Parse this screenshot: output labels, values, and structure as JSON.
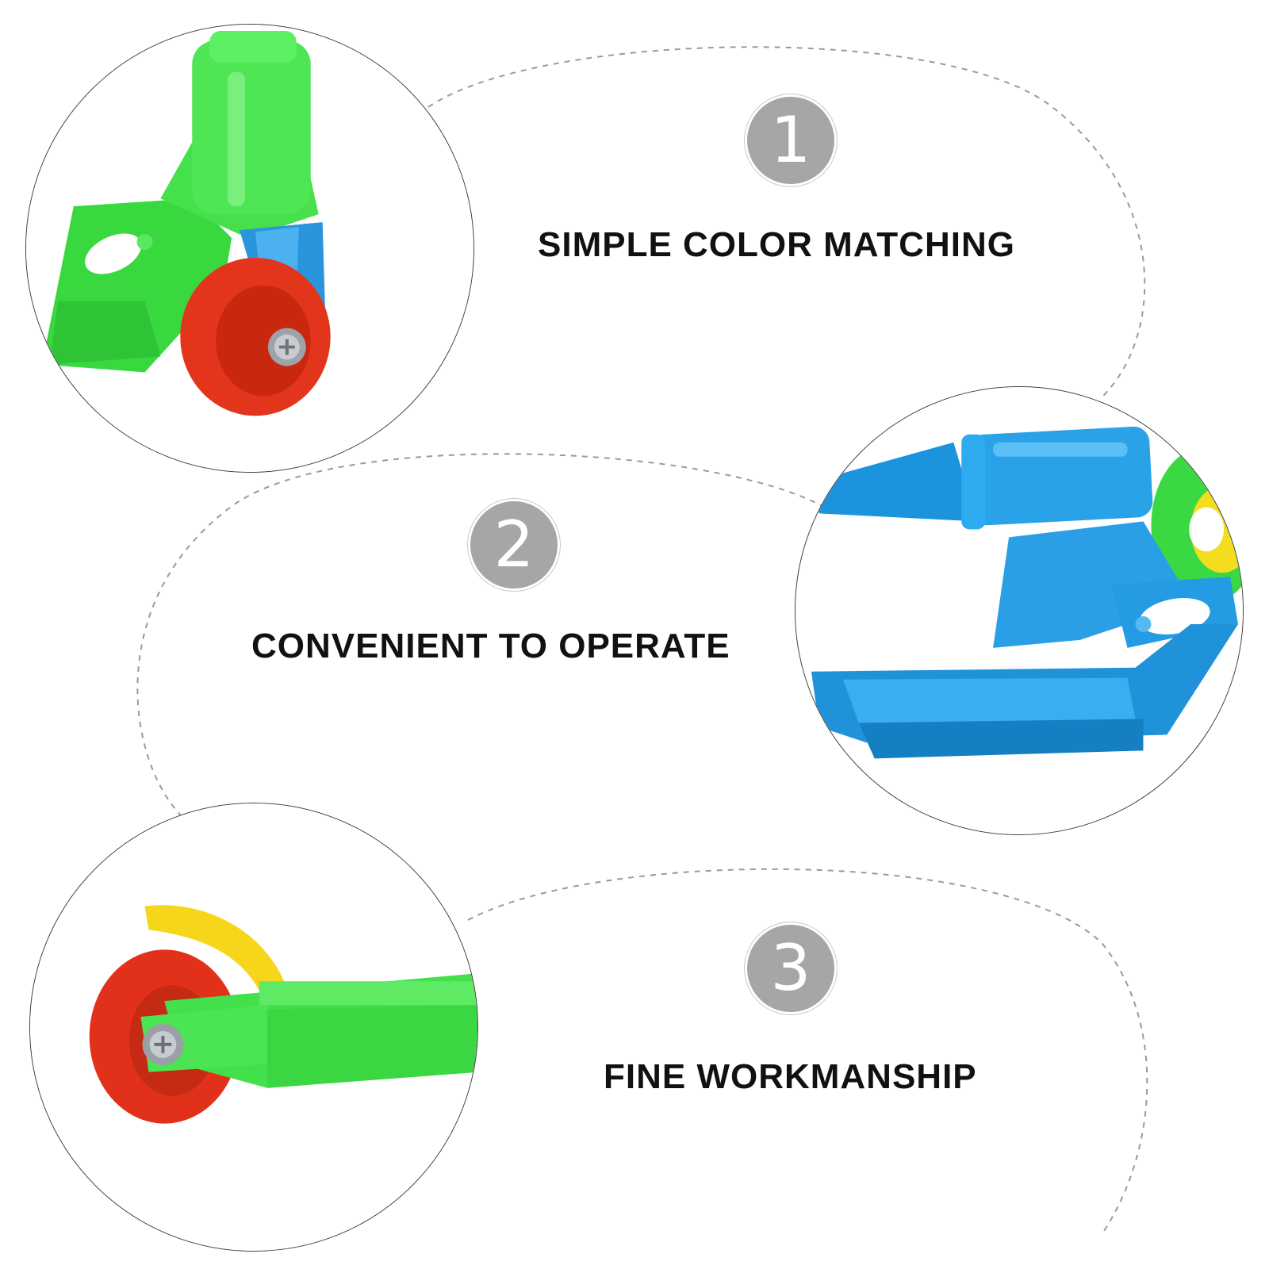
{
  "features": [
    {
      "number": "1",
      "title": "SIMPLE COLOR MATCHING",
      "photo_icon": "scooter-front-fork-wheel-photo"
    },
    {
      "number": "2",
      "title": "CONVENIENT TO OPERATE",
      "photo_icon": "scooter-handlebar-clamp-photo"
    },
    {
      "number": "3",
      "title": "FINE WORKMANSHIP",
      "photo_icon": "scooter-rear-wheel-brake-photo"
    }
  ],
  "colors": {
    "badge": "#a6a6a6",
    "scooter_green": "#3fe04a",
    "scooter_blue": "#1f9be0",
    "wheel_red": "#e0301a",
    "brake_yellow": "#f5d81a"
  }
}
